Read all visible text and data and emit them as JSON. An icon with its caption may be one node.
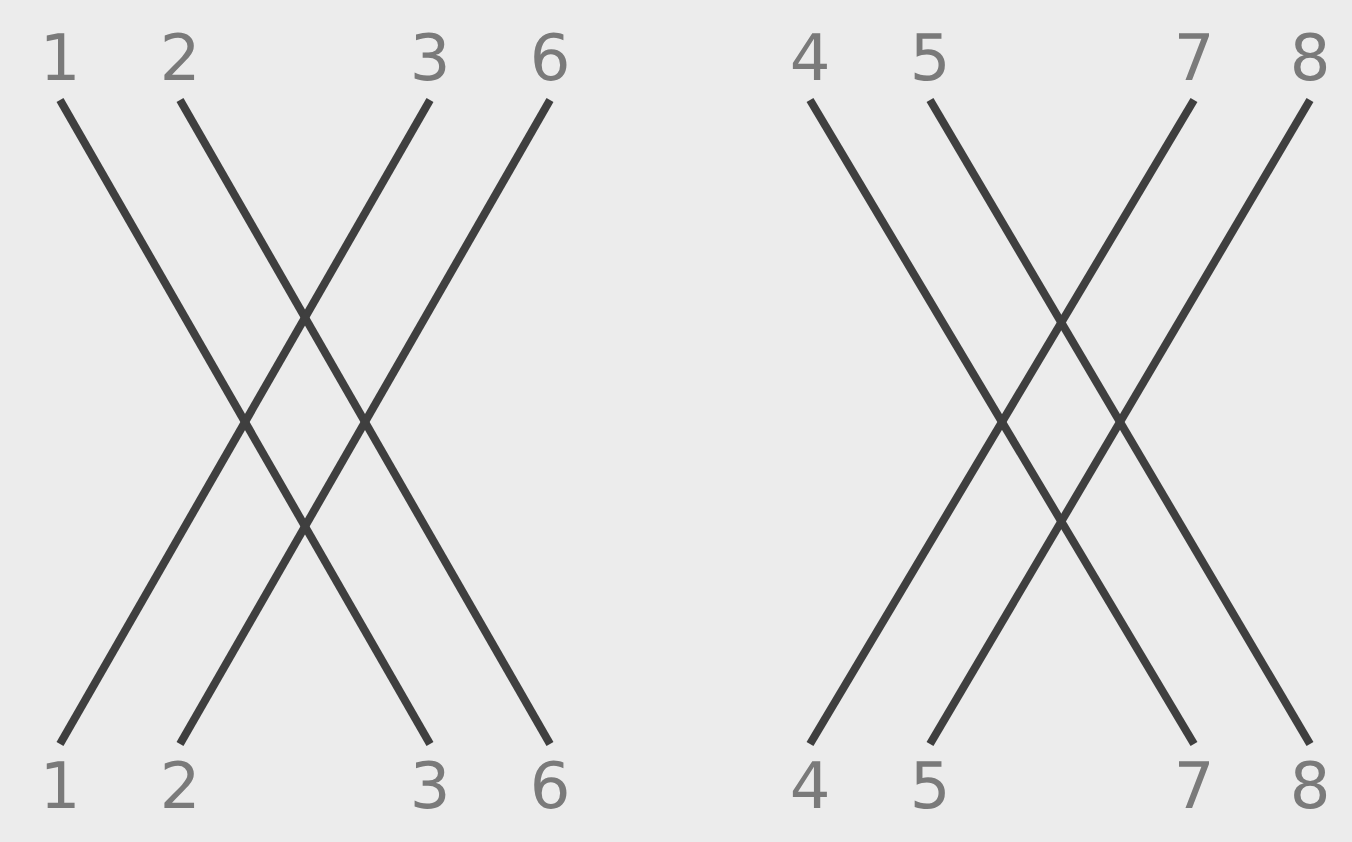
{
  "diagram": {
    "nodes": [
      {
        "text": [
          "1"
        ]
      },
      {
        "text": [
          "2"
        ]
      },
      {
        "text": [
          "3"
        ]
      },
      {
        "text": [
          "6"
        ]
      },
      {
        "text": [
          "4"
        ]
      },
      {
        "text": [
          "5"
        ]
      },
      {
        "text": [
          "7"
        ]
      },
      {
        "text": [
          "8"
        ]
      },
      {
        "text": [
          "1"
        ]
      },
      {
        "text": [
          "2"
        ]
      },
      {
        "text": [
          "3"
        ]
      },
      {
        "text": [
          "6"
        ]
      },
      {
        "text": [
          "4"
        ]
      },
      {
        "text": [
          "5"
        ]
      },
      {
        "text": [
          "7"
        ]
      },
      {
        "text": [
          "8"
        ]
      }
    ],
    "edges": [
      {
        "from": 0,
        "to": 10,
        "arrow": "none"
      },
      {
        "from": 1,
        "to": 11,
        "arrow": "none"
      },
      {
        "from": 2,
        "to": 8,
        "arrow": "none"
      },
      {
        "from": 3,
        "to": 9,
        "arrow": "none"
      },
      {
        "from": 4,
        "to": 14,
        "arrow": "none"
      },
      {
        "from": 5,
        "to": 15,
        "arrow": "none"
      },
      {
        "from": 6,
        "to": 12,
        "arrow": "none"
      },
      {
        "from": 7,
        "to": 13,
        "arrow": "none"
      }
    ]
  }
}
